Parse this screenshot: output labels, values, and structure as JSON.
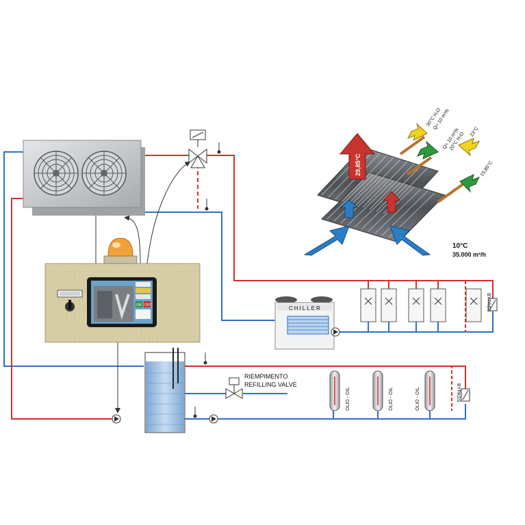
{
  "colors": {
    "hot_line": "#d92b2b",
    "cold_line": "#2e6fc4",
    "panel": "#d8cfa8",
    "tank_water": "#9fc3e8",
    "fan_unit": "#b9bcc0",
    "arrow_blue": "#2a7ec8",
    "arrow_red": "#c8342e",
    "arrow_green": "#2e9a3e",
    "arrow_yellow": "#f2d21a",
    "beacon": "#f0a23a"
  },
  "heat_exchanger": {
    "in_water_1": "30°C H₂O",
    "in_flow_1": "Q= 10 m³/h",
    "in_flow_2": "Q= 10 m³/h",
    "in_water_2": "20°C H₂O",
    "out_temp_1": "23°C",
    "out_temp_2": "15,85°C",
    "air_out_temp": "29,85°C",
    "air_in_temp": "10°C",
    "air_in_flow": "35.000 m³/h"
  },
  "chiller": {
    "label": "CHILLER"
  },
  "bypass_top": "BYPASS",
  "bypass_bottom": "BYPASS",
  "oil_coolers": [
    "OLIO - OIL",
    "OLIO - OIL",
    "OLIO - OIL"
  ],
  "refill_valve": {
    "line1": "RIEMPIMENTO",
    "line2": "REFILLING VALVE"
  },
  "controller": {
    "screen_buttons": [
      "ON",
      "OFF"
    ]
  },
  "icons": [
    "fan-icon",
    "three-way-valve-icon",
    "pump-icon",
    "beacon-icon",
    "selector-switch-icon",
    "touchscreen-icon",
    "tank-icon",
    "solenoid-valve-icon",
    "filter-icon"
  ]
}
